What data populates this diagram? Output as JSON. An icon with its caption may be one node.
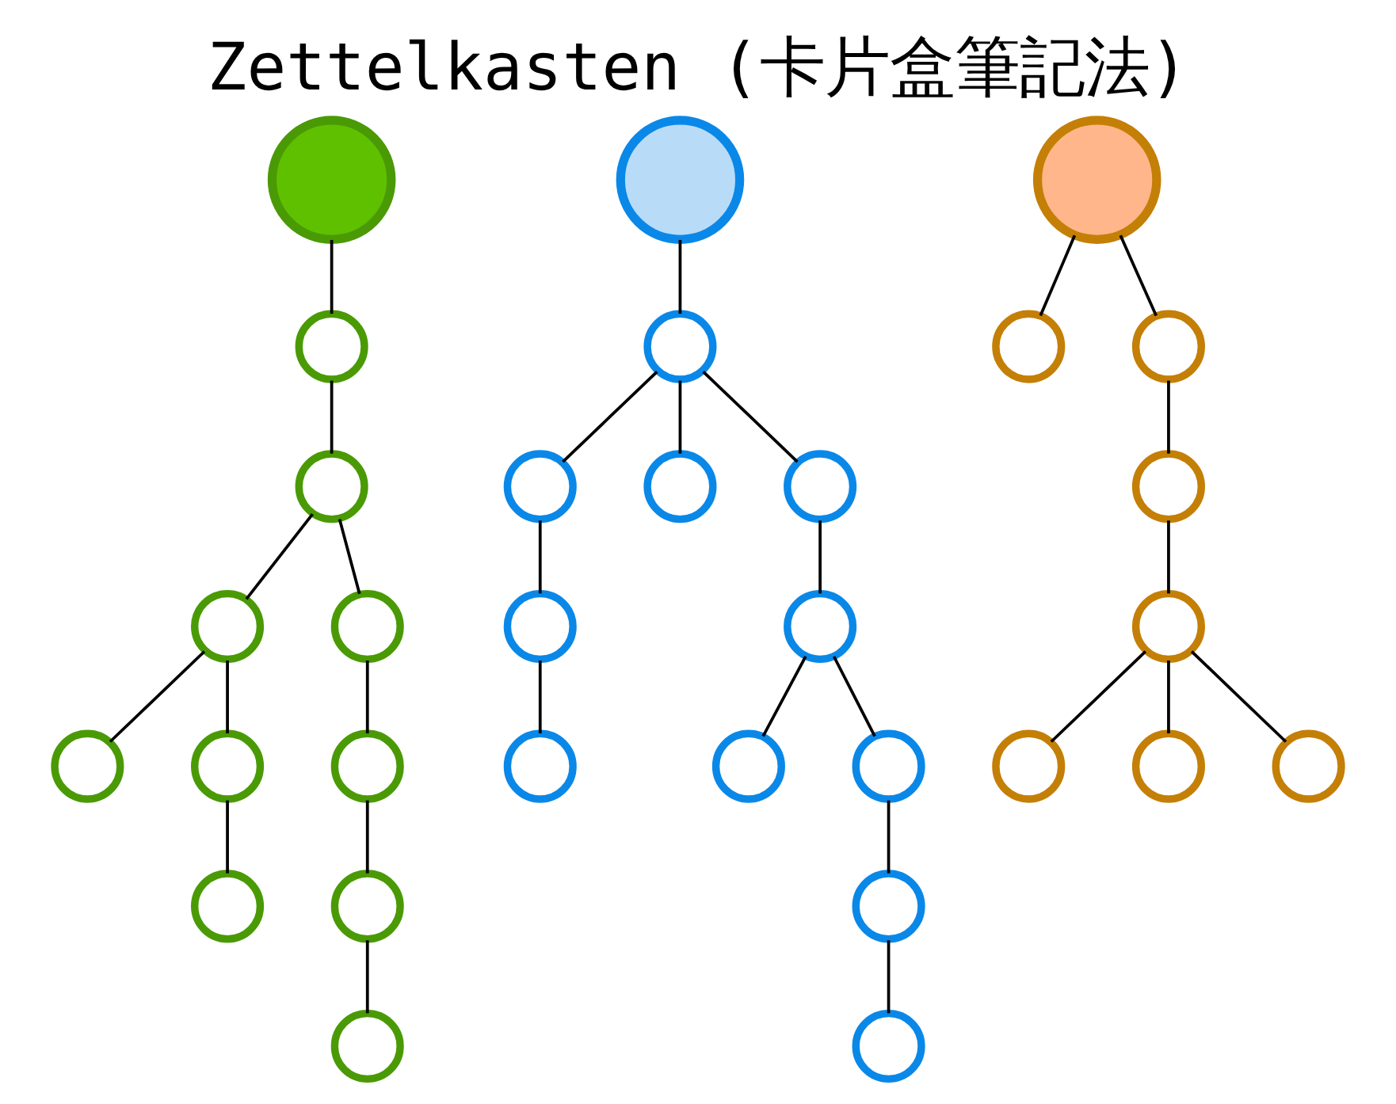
{
  "diagram": {
    "title": "Zettelkasten (卡片盒筆記法)",
    "nodes": [
      {
        "text": [],
        "shape": "circle"
      },
      {
        "text": [],
        "shape": "circle"
      },
      {
        "text": [],
        "shape": "circle"
      },
      {
        "text": [],
        "shape": "circle"
      },
      {
        "text": [],
        "shape": "circle"
      },
      {
        "text": [],
        "shape": "circle"
      },
      {
        "text": [],
        "shape": "circle"
      },
      {
        "text": [],
        "shape": "circle"
      },
      {
        "text": [],
        "shape": "circle"
      },
      {
        "text": [],
        "shape": "circle"
      },
      {
        "text": [],
        "shape": "circle"
      },
      {
        "text": [],
        "shape": "circle"
      },
      {
        "text": [],
        "shape": "circle"
      },
      {
        "text": [],
        "shape": "circle"
      },
      {
        "text": [],
        "shape": "circle"
      },
      {
        "text": [],
        "shape": "circle"
      },
      {
        "text": [],
        "shape": "circle"
      },
      {
        "text": [],
        "shape": "circle"
      },
      {
        "text": [],
        "shape": "circle"
      },
      {
        "text": [],
        "shape": "circle"
      },
      {
        "text": [],
        "shape": "circle"
      },
      {
        "text": [],
        "shape": "circle"
      },
      {
        "text": [],
        "shape": "circle"
      },
      {
        "text": [],
        "shape": "circle"
      },
      {
        "text": [],
        "shape": "circle"
      },
      {
        "text": [],
        "shape": "circle"
      },
      {
        "text": [],
        "shape": "circle"
      },
      {
        "text": [],
        "shape": "circle"
      },
      {
        "text": [],
        "shape": "circle"
      },
      {
        "text": [],
        "shape": "circle"
      },
      {
        "text": [],
        "shape": "circle"
      }
    ],
    "edges": [
      {
        "from": 0,
        "to": 1,
        "arrow": "none"
      },
      {
        "from": 1,
        "to": 2,
        "arrow": "none"
      },
      {
        "from": 2,
        "to": 3,
        "arrow": "none"
      },
      {
        "from": 2,
        "to": 4,
        "arrow": "none"
      },
      {
        "from": 3,
        "to": 5,
        "arrow": "none"
      },
      {
        "from": 3,
        "to": 6,
        "arrow": "none"
      },
      {
        "from": 6,
        "to": 7,
        "arrow": "none"
      },
      {
        "from": 4,
        "to": 8,
        "arrow": "none"
      },
      {
        "from": 8,
        "to": 9,
        "arrow": "none"
      },
      {
        "from": 9,
        "to": 10,
        "arrow": "none"
      },
      {
        "from": 11,
        "to": 12,
        "arrow": "none"
      },
      {
        "from": 12,
        "to": 13,
        "arrow": "none"
      },
      {
        "from": 12,
        "to": 14,
        "arrow": "none"
      },
      {
        "from": 12,
        "to": 15,
        "arrow": "none"
      },
      {
        "from": 13,
        "to": 16,
        "arrow": "none"
      },
      {
        "from": 16,
        "to": 17,
        "arrow": "none"
      },
      {
        "from": 15,
        "to": 18,
        "arrow": "none"
      },
      {
        "from": 18,
        "to": 19,
        "arrow": "none"
      },
      {
        "from": 18,
        "to": 20,
        "arrow": "none"
      },
      {
        "from": 20,
        "to": 21,
        "arrow": "none"
      },
      {
        "from": 21,
        "to": 22,
        "arrow": "none"
      },
      {
        "from": 23,
        "to": 24,
        "arrow": "none"
      },
      {
        "from": 23,
        "to": 25,
        "arrow": "none"
      },
      {
        "from": 25,
        "to": 26,
        "arrow": "none"
      },
      {
        "from": 26,
        "to": 27,
        "arrow": "none"
      },
      {
        "from": 27,
        "to": 28,
        "arrow": "none"
      },
      {
        "from": 27,
        "to": 29,
        "arrow": "none"
      },
      {
        "from": 27,
        "to": 30,
        "arrow": "none"
      }
    ]
  }
}
